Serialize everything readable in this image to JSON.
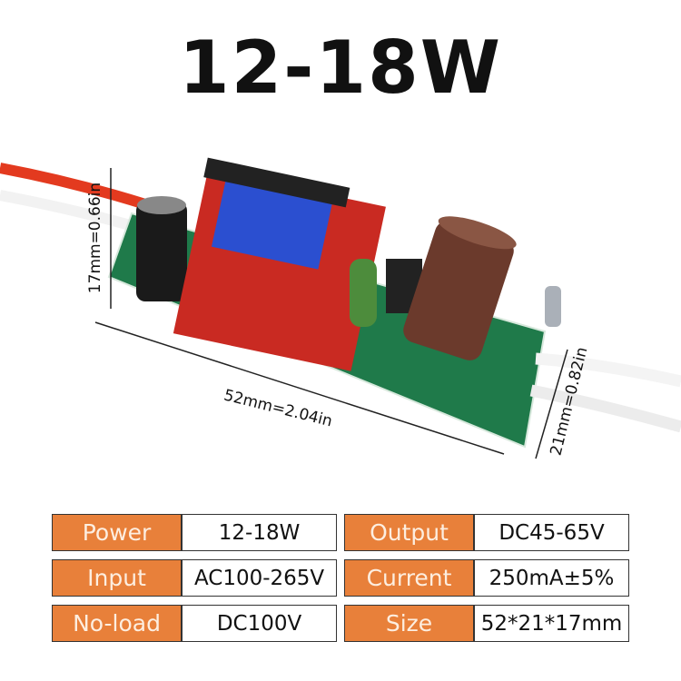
{
  "title": "12-18W",
  "dimensions": {
    "height": "17mm=0.66in",
    "length": "52mm=2.04in",
    "width": "21mm=0.82in"
  },
  "specs": [
    {
      "label": "Power",
      "value": "12-18W",
      "label2": "Output",
      "value2": "DC45-65V"
    },
    {
      "label": "Input",
      "value": "AC100-265V",
      "label2": "Current",
      "value2": "250mA±5%"
    },
    {
      "label": "No-load",
      "value": "DC100V",
      "label2": "Size",
      "value2": "52*21*17mm"
    }
  ],
  "colors": {
    "label_bg": "#e8803a",
    "pcb": "#1f7a4a",
    "wire": "#e33a1f"
  }
}
